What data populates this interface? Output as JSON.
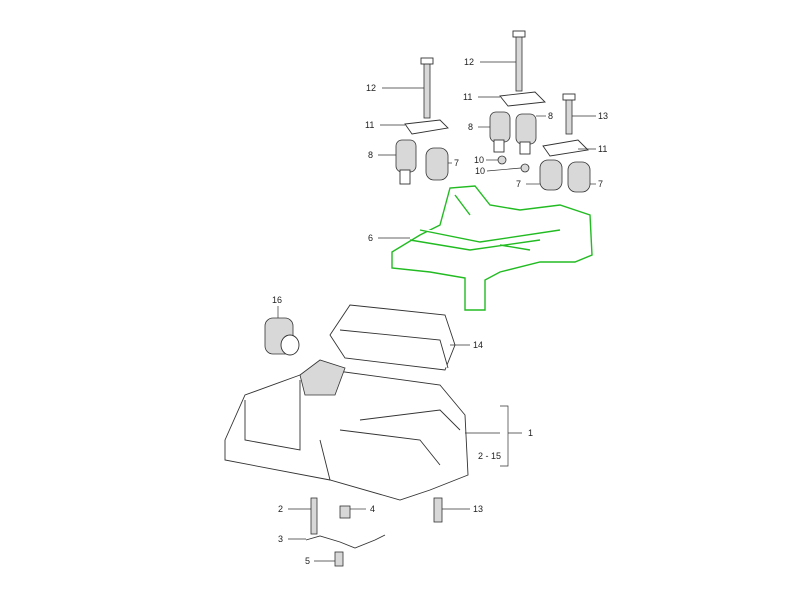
{
  "diagram": {
    "callouts": [
      {
        "id": "c12a",
        "text": "12"
      },
      {
        "id": "c12b",
        "text": "12"
      },
      {
        "id": "c11a",
        "text": "11"
      },
      {
        "id": "c11b",
        "text": "11"
      },
      {
        "id": "c11c",
        "text": "11"
      },
      {
        "id": "c8a",
        "text": "8"
      },
      {
        "id": "c8b",
        "text": "8"
      },
      {
        "id": "c8c",
        "text": "8"
      },
      {
        "id": "c7a",
        "text": "7"
      },
      {
        "id": "c7b",
        "text": "7"
      },
      {
        "id": "c7c",
        "text": "7"
      },
      {
        "id": "c13a",
        "text": "13"
      },
      {
        "id": "c13b",
        "text": "13"
      },
      {
        "id": "c10a",
        "text": "10"
      },
      {
        "id": "c10b",
        "text": "10"
      },
      {
        "id": "c6",
        "text": "6"
      },
      {
        "id": "c16",
        "text": "16"
      },
      {
        "id": "c14",
        "text": "14"
      },
      {
        "id": "c1",
        "text": "1"
      },
      {
        "id": "c215",
        "text": "2 - 15"
      },
      {
        "id": "c2",
        "text": "2"
      },
      {
        "id": "c4",
        "text": "4"
      },
      {
        "id": "c3",
        "text": "3"
      },
      {
        "id": "c5",
        "text": "5"
      }
    ],
    "highlight_color": "#22bb22"
  }
}
